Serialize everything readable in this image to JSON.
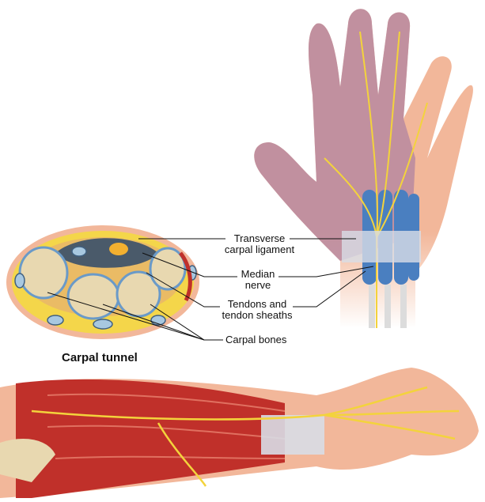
{
  "labels": {
    "ligament": [
      "Transverse",
      "carpal ligament"
    ],
    "nerve": [
      "Median",
      "nerve"
    ],
    "tendons": [
      "Tendons and",
      "tendon sheaths"
    ],
    "bones": [
      "Carpal bones"
    ]
  },
  "cross_section_title": "Carpal tunnel",
  "colors": {
    "skin": "#f2b79a",
    "hand_shaded": "#b98aa0",
    "fat": "#f4d64a",
    "bone": "#e8d8b0",
    "tendon_sheath": "#4a7fc0",
    "nerve": "#f3d33c",
    "muscle": "#c0302a",
    "ligament": "#d8dde6"
  }
}
